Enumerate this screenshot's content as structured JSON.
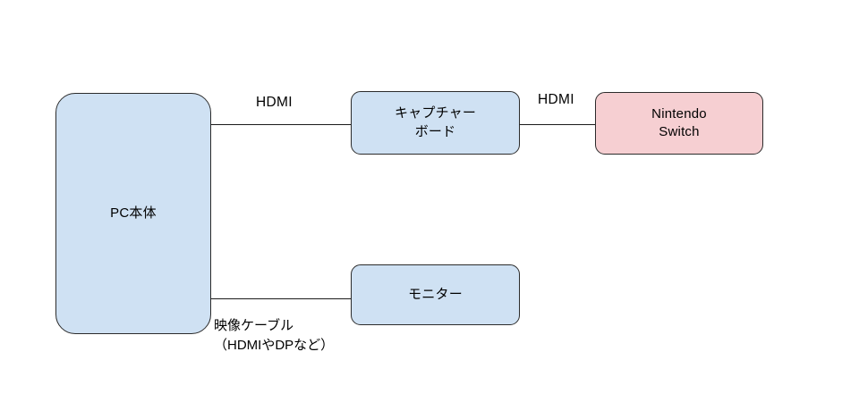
{
  "diagram": {
    "title_text": "",
    "background_color": "#ffffff",
    "palette": {
      "box_blue_fill": "#cfe1f3",
      "box_pink_fill": "#f6cfd2",
      "box_stroke": "#2b2b2b",
      "edge_color": "#1a1a1a",
      "text_color": "#000000"
    },
    "nodes": [
      {
        "id": "pc",
        "label": "PC本体",
        "fill": "#cfe1f3"
      },
      {
        "id": "capture-board",
        "label": "キャプチャー\nボード",
        "fill": "#cfe1f3"
      },
      {
        "id": "nintendo-switch",
        "label": "Nintendo\nSwitch",
        "fill": "#f6cfd2"
      },
      {
        "id": "monitor",
        "label": "モニター",
        "fill": "#cfe1f3"
      }
    ],
    "edges": [
      {
        "id": "pc-to-capture",
        "from": "pc",
        "to": "capture-board",
        "label": "HDMI"
      },
      {
        "id": "capture-to-switch",
        "from": "capture-board",
        "to": "nintendo-switch",
        "label": "HDMI"
      },
      {
        "id": "pc-to-monitor",
        "from": "pc",
        "to": "monitor",
        "label": "映像ケーブル\n（HDMIやDPなど）"
      }
    ]
  }
}
